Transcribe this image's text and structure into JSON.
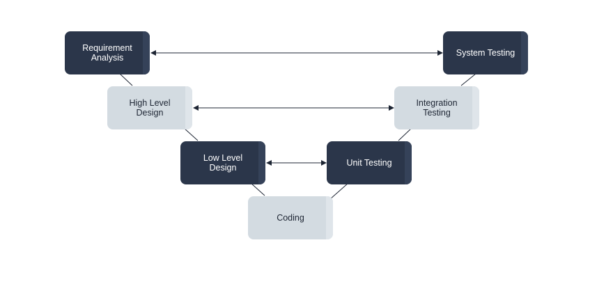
{
  "diagram": {
    "type": "v-model",
    "colors": {
      "dark_node": "#2b364a",
      "light_node": "#d3dbe1",
      "connector": "#1d2533"
    },
    "nodes": {
      "requirement_analysis": "Requirement\nAnalysis",
      "high_level_design": "High Level\nDesign",
      "low_level_design": "Low Level\nDesign",
      "coding": "Coding",
      "unit_testing": "Unit Testing",
      "integration_testing": "Integration\nTesting",
      "system_testing": "System Testing"
    },
    "links": [
      [
        "requirement_analysis",
        "system_testing"
      ],
      [
        "high_level_design",
        "integration_testing"
      ],
      [
        "low_level_design",
        "unit_testing"
      ]
    ]
  }
}
